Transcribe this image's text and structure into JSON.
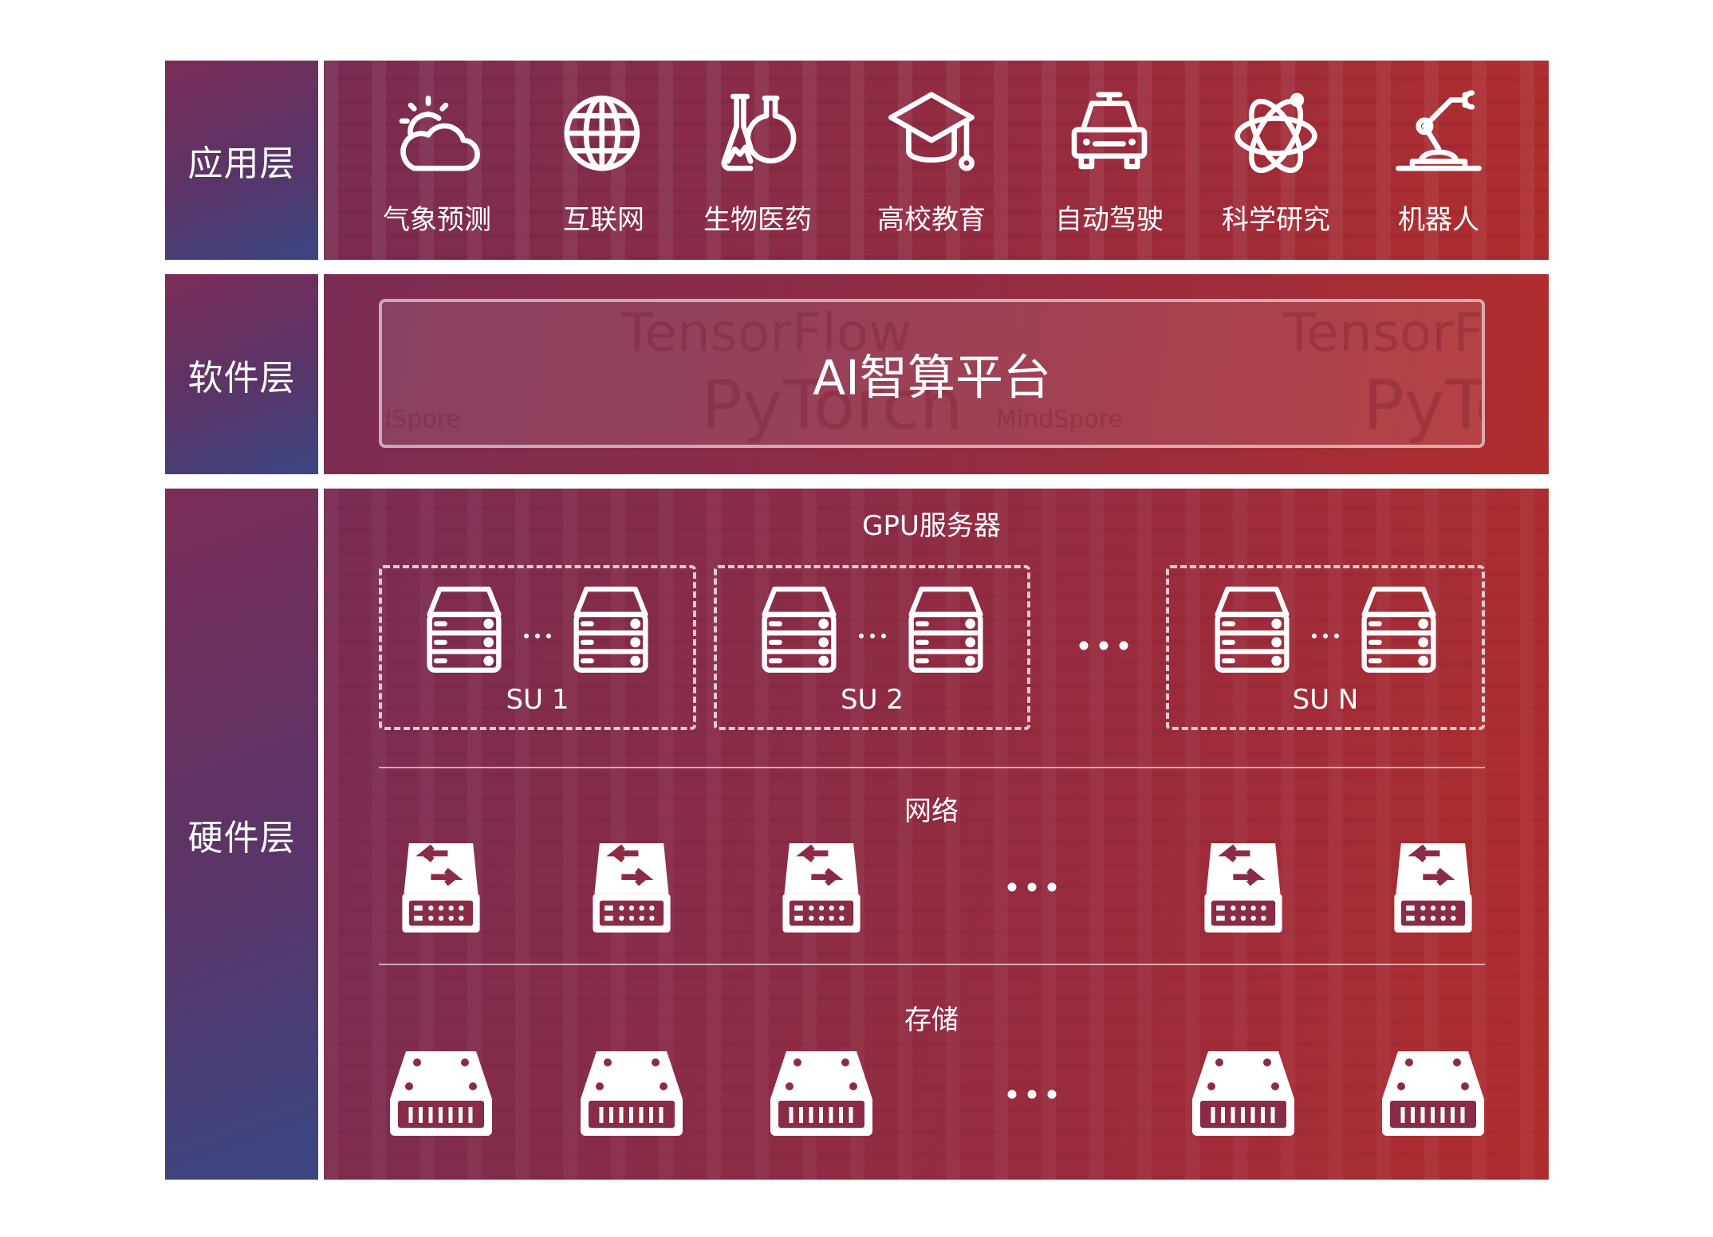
{
  "layers": {
    "application": {
      "label": "应用层",
      "items": [
        {
          "label": "气象预测",
          "icon": "weather-icon"
        },
        {
          "label": "互联网",
          "icon": "globe-icon"
        },
        {
          "label": "生物医药",
          "icon": "flask-icon"
        },
        {
          "label": "高校教育",
          "icon": "graduation-cap-icon"
        },
        {
          "label": "自动驾驶",
          "icon": "car-icon"
        },
        {
          "label": "科学研究",
          "icon": "atom-icon"
        },
        {
          "label": "机器人",
          "icon": "robot-arm-icon"
        }
      ]
    },
    "software": {
      "label": "软件层",
      "platform": "AI智算平台",
      "watermarks": [
        "TensorFlow",
        "PyTorch",
        "MindSpore",
        "TensorFlow",
        "PyTorch",
        "MindSpore"
      ]
    },
    "hardware": {
      "label": "硬件层",
      "gpu_title": "GPU服务器",
      "units": [
        "SU 1",
        "SU 2",
        "SU N"
      ],
      "network_title": "网络",
      "storage_title": "存储"
    }
  },
  "colors": {
    "left_top": "#7b2d57",
    "left_bottom": "#3a4682",
    "main_left": "#7a2c52",
    "main_right": "#b02d2e"
  }
}
